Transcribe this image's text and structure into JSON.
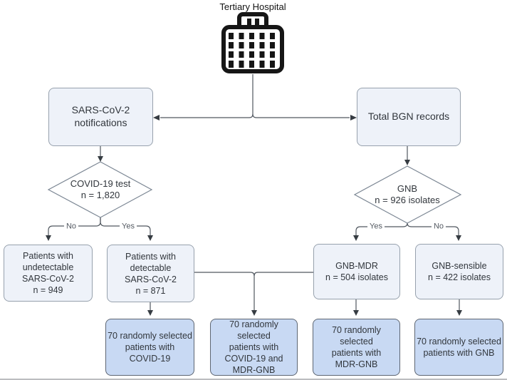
{
  "title": "Tertiary Hospital",
  "icons": {
    "hospital": "hospital-building-icon"
  },
  "colors": {
    "box_light_fill": "#EEF2F9",
    "box_light_border": "#97A1AD",
    "box_dark_fill": "#C8D9F3",
    "box_dark_border": "#5D6673",
    "diamond_fill": "#FFFFFF",
    "diamond_border": "#7C8794",
    "connector": "#50575F",
    "edge_label_color": "#555B63"
  },
  "nodes": {
    "sars_notifications": "SARS-CoV-2\nnotifications",
    "total_bgn": "Total BGN records",
    "covid_test": "COVID-19 test\nn = 1,820",
    "gnb": "GNB\nn = 926 isolates",
    "undetectable": "Patients with\nundetectable\nSARS-CoV-2\nn = 949",
    "detectable": "Patients with\ndetectable\nSARS-CoV-2\nn = 871",
    "gnb_mdr": "GNB-MDR\nn = 504 isolates",
    "gnb_sensible": "GNB-sensible\nn = 422 isolates",
    "selected_covid": "70 randomly selected\npatients with\nCOVID-19",
    "selected_covid_mdr": "70 randomly selected\npatients with\nCOVID-19 and\nMDR-GNB",
    "selected_mdr": "70 randomly selected\npatients with\nMDR-GNB",
    "selected_gnb": "70 randomly selected\npatients with GNB"
  },
  "edge_labels": {
    "covid_no": "No",
    "covid_yes": "Yes",
    "gnb_yes": "Yes",
    "gnb_no": "No"
  }
}
